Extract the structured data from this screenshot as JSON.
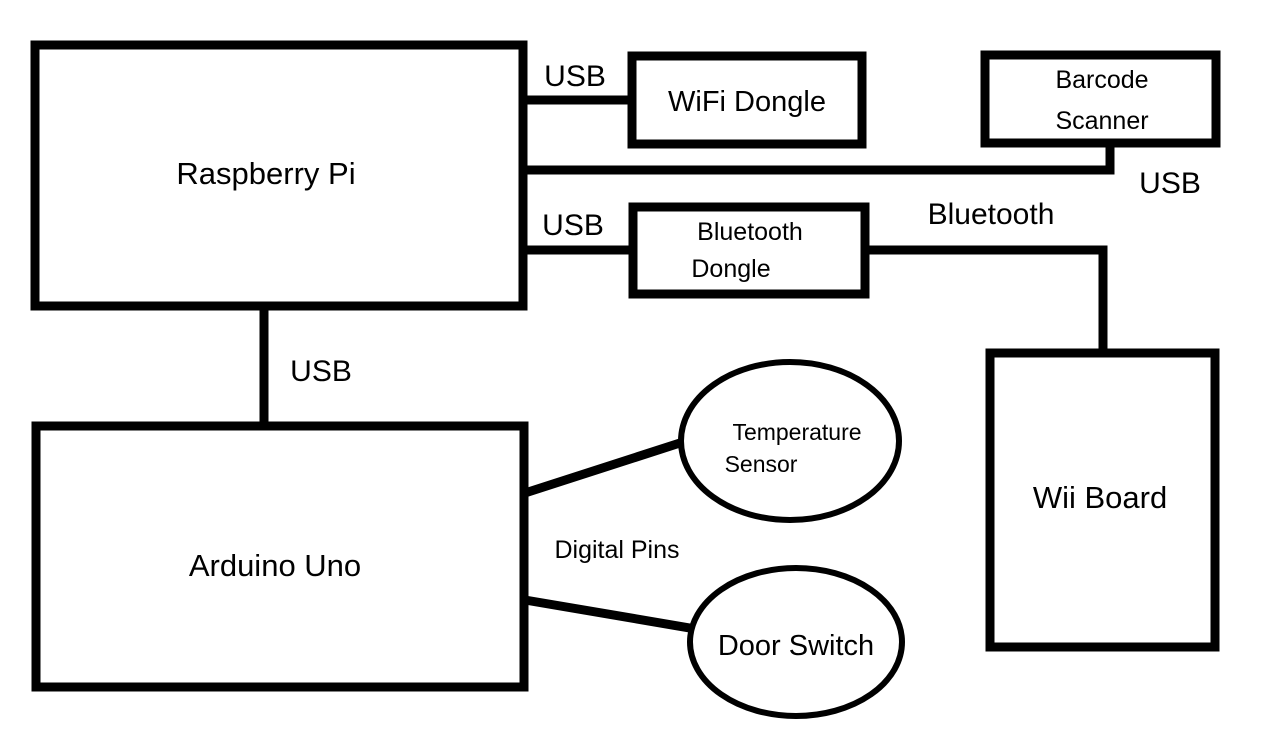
{
  "nodes": {
    "raspberry_pi": "Raspberry Pi",
    "wifi_dongle": "WiFi Dongle",
    "barcode_scanner_line1": "Barcode",
    "barcode_scanner_line2": "Scanner",
    "bluetooth_dongle_line1": "Bluetooth",
    "bluetooth_dongle_line2": "Dongle",
    "wii_board": "Wii Board",
    "arduino_uno": "Arduino Uno",
    "temperature_sensor_line1": "Temperature",
    "temperature_sensor_line2": "Sensor",
    "door_switch": "Door Switch"
  },
  "edges": {
    "pi_wifi": "USB",
    "pi_barcode": "USB",
    "pi_bluetooth": "USB",
    "bluetooth_wii": "Bluetooth",
    "pi_arduino": "USB",
    "arduino_sensors": "Digital Pins"
  }
}
